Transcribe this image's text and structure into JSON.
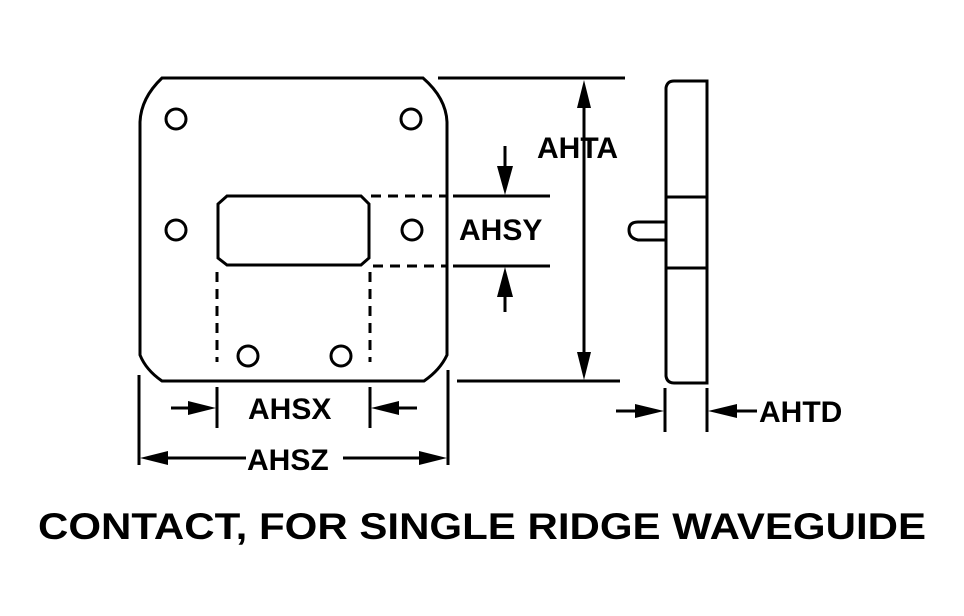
{
  "diagram": {
    "caption": "CONTACT, FOR SINGLE RIDGE WAVEGUIDE",
    "dimensions": {
      "overall_height": "AHTA",
      "slot_height": "AHSY",
      "slot_width": "AHSX",
      "overall_width": "AHSZ",
      "thickness": "AHTD"
    },
    "views": [
      "front-view",
      "side-section-view"
    ],
    "colors": {
      "ink": "#000000",
      "background": "#ffffff"
    }
  }
}
